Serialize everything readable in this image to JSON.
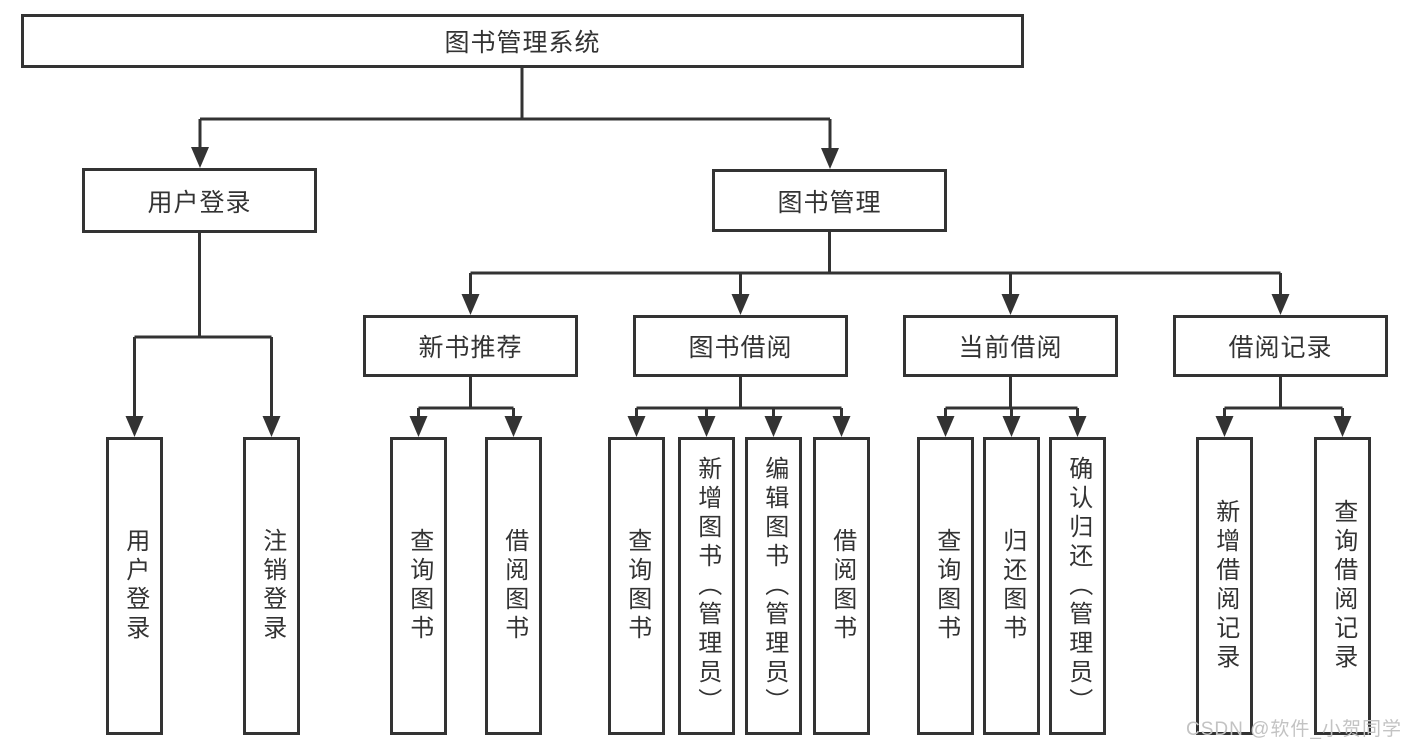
{
  "colors": {
    "line": "#333333",
    "text": "#333333",
    "background": "#ffffff",
    "watermark": "#c3c3c3"
  },
  "watermark": "CSDN @软件_小贺同学",
  "tree": {
    "label": "图书管理系统",
    "children": [
      {
        "label": "用户登录",
        "children": [
          {
            "label": "用户登录"
          },
          {
            "label": "注销登录"
          }
        ]
      },
      {
        "label": "图书管理",
        "children": [
          {
            "label": "新书推荐",
            "children": [
              {
                "label": "查询图书"
              },
              {
                "label": "借阅图书"
              }
            ]
          },
          {
            "label": "图书借阅",
            "children": [
              {
                "label": "查询图书"
              },
              {
                "label": "新增图书（管理员）"
              },
              {
                "label": "编辑图书（管理员）"
              },
              {
                "label": "借阅图书"
              }
            ]
          },
          {
            "label": "当前借阅",
            "children": [
              {
                "label": "查询图书"
              },
              {
                "label": "归还图书"
              },
              {
                "label": "确认归还（管理员）"
              }
            ]
          },
          {
            "label": "借阅记录",
            "children": [
              {
                "label": "新增借阅记录"
              },
              {
                "label": "查询借阅记录"
              }
            ]
          }
        ]
      }
    ]
  }
}
